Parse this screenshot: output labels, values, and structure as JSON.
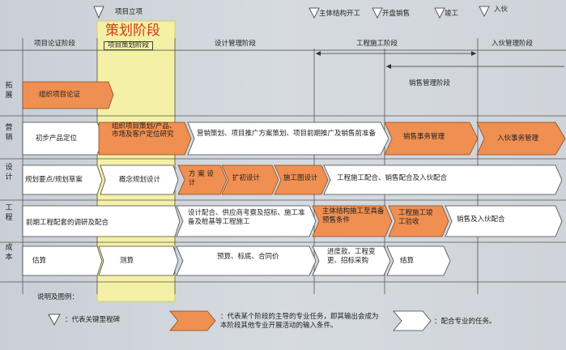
{
  "milestones": {
    "project_approval": "项目立项",
    "main_structure_start": "主体结构开工",
    "opening_sales": "开盘销售",
    "completion": "竣工",
    "move_in": "入伙"
  },
  "highlight_title": "策划阶段",
  "phases": {
    "demonstration": "项目论证阶段",
    "planning": "项目策划阶段",
    "design_management": "设计管理阶段",
    "construction": "工程施工阶段",
    "move_in_management": "入伙管理阶段",
    "sales_management": "销售管理阶段"
  },
  "rows": {
    "expansion": "拓展",
    "marketing": "营销",
    "design": "设计",
    "engineering": "工程",
    "cost": "成本"
  },
  "tasks": {
    "project_demonstration": "组织项目论证",
    "initial_positioning": "初步产品定位",
    "planning_research": "组织项目策划/产品、市场及客户定位研究",
    "marketing_planning": "营销策划、项目推广方案策划、项目前期推广及销售前准备",
    "sales_affairs": "销售事务管理",
    "move_in_affairs": "入伙事务管理",
    "planning_key_points": "规划要点/规划草案",
    "concept_design": "概念规划设计",
    "scheme_design": "方 案 设 计",
    "preliminary_design": "扩初设计",
    "construction_drawing": "施工图设计",
    "construction_coordination": "工程施工配合、销售配合及入伙配合",
    "early_research": "前期工程配套的调研及配合",
    "design_coordination": "设计配合、供应商考察及招标、施工准备及桩基等工程施工",
    "main_structure_complete": "主体结构施工至具备预售条件",
    "completion_acceptance": "工程施工竣工验收",
    "sales_move_in_coordination": "销售及入伙配合",
    "estimate": "估算",
    "measurement": "测算",
    "budget": "预算、标底、合同价",
    "progress_payment": "进度款、工程变更、招标采购",
    "settlement": "结算"
  },
  "legend": {
    "title": "说明及图例：",
    "milestone": "：代表关键里程碑",
    "main_task": "：代表某个阶段的主导的专业任务，即其输出会成为本阶段其他专业开展活动的输入条件。",
    "support_task": "：配合专业的任务。"
  },
  "colors": {
    "highlight": "#f4f1a6",
    "lead_task": "#ef8f52",
    "support_task": "#ffffff",
    "title_red": "#d23a1a"
  }
}
